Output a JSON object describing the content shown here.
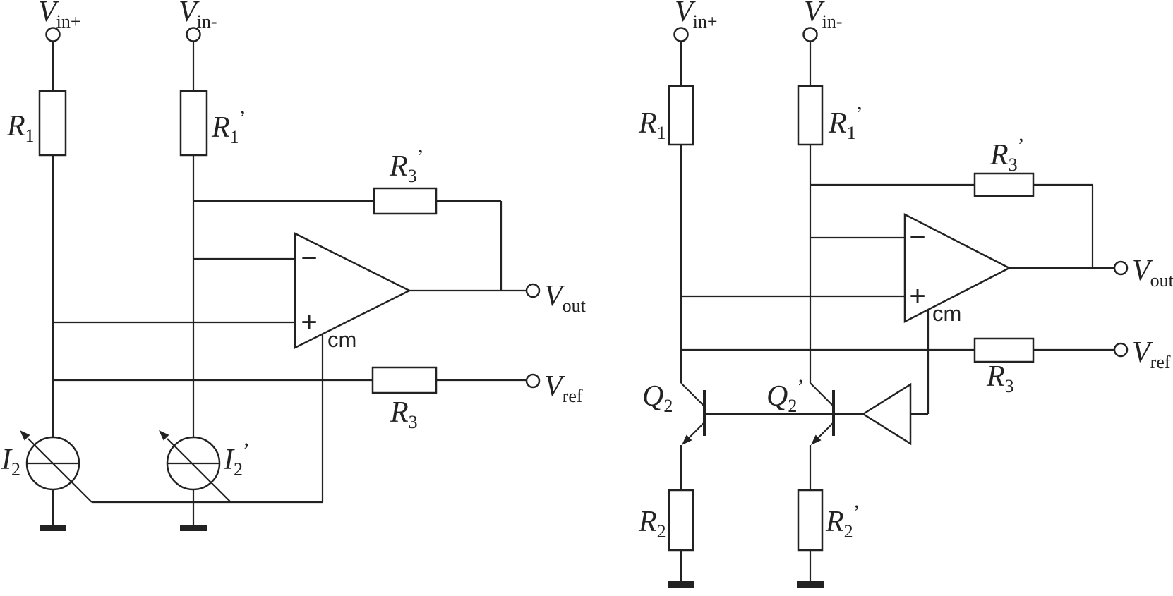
{
  "palette": {
    "ink": "#222222",
    "background": "#ffffff"
  },
  "left": {
    "vin_plus": {
      "main": "V",
      "sub": "in+"
    },
    "vin_minus": {
      "main": "V",
      "sub": "in-"
    },
    "r1": {
      "main": "R",
      "sub": "1",
      "prime": ""
    },
    "r1p": {
      "main": "R",
      "sub": "1",
      "prime": "’"
    },
    "r3p": {
      "main": "R",
      "sub": "3",
      "prime": "’"
    },
    "r3": {
      "main": "R",
      "sub": "3",
      "prime": ""
    },
    "i2": {
      "main": "I",
      "sub": "2",
      "prime": ""
    },
    "i2p": {
      "main": "I",
      "sub": "2",
      "prime": "’"
    },
    "vout": {
      "main": "V",
      "sub": "out"
    },
    "vref": {
      "main": "V",
      "sub": "ref"
    },
    "opamp": {
      "minus": "−",
      "plus": "+",
      "cm": "cm"
    }
  },
  "right": {
    "vin_plus": {
      "main": "V",
      "sub": "in+"
    },
    "vin_minus": {
      "main": "V",
      "sub": "in-"
    },
    "r1": {
      "main": "R",
      "sub": "1",
      "prime": ""
    },
    "r1p": {
      "main": "R",
      "sub": "1",
      "prime": "’"
    },
    "r3p": {
      "main": "R",
      "sub": "3",
      "prime": "’"
    },
    "r3": {
      "main": "R",
      "sub": "3",
      "prime": ""
    },
    "r2": {
      "main": "R",
      "sub": "2",
      "prime": ""
    },
    "r2p": {
      "main": "R",
      "sub": "2",
      "prime": "’"
    },
    "q2": {
      "main": "Q",
      "sub": "2",
      "prime": ""
    },
    "q2p": {
      "main": "Q",
      "sub": "2",
      "prime": "’"
    },
    "vout": {
      "main": "V",
      "sub": "out"
    },
    "vref": {
      "main": "V",
      "sub": "ref"
    },
    "opamp": {
      "minus": "−",
      "plus": "+",
      "cm": "cm"
    }
  }
}
